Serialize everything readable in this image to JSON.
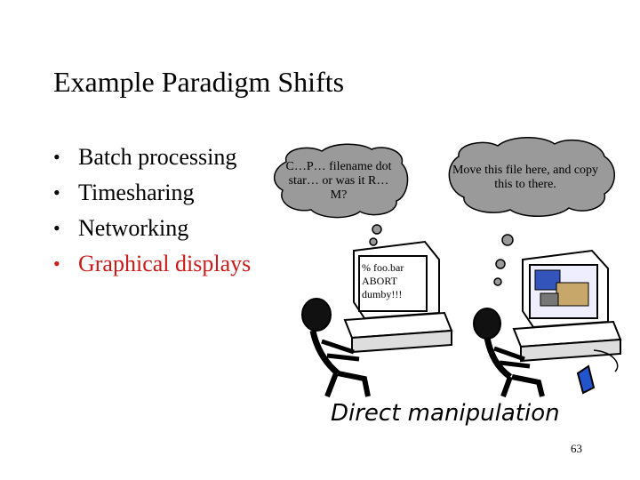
{
  "slide": {
    "title": "Example Paradigm Shifts",
    "bullets": [
      {
        "text": "Batch processing"
      },
      {
        "text": "Timesharing"
      },
      {
        "text": "Networking"
      },
      {
        "text": "Graphical displays",
        "color": "#cc1a1a"
      }
    ],
    "bubble_left": "C…P… filename dot star… or was it R…M?",
    "bubble_right": "Move this file here, and copy this to there.",
    "screen_lines": [
      "% foo.bar",
      "ABORT",
      "dumby!!!"
    ],
    "caption": "Direct manipulation",
    "page_number": "63"
  },
  "colors": {
    "bubble": "#9a9a9a",
    "bullet_highlight": "#cc1a1a"
  }
}
